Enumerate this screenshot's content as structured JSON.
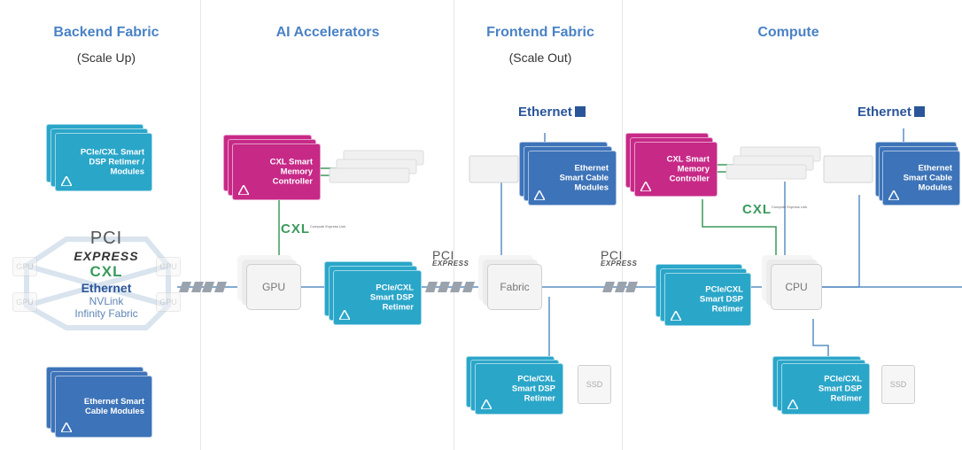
{
  "columns": {
    "backend": {
      "title": "Backend Fabric",
      "subtitle": "(Scale Up)"
    },
    "ai": {
      "title": "AI Accelerators"
    },
    "frontend": {
      "title": "Frontend Fabric",
      "subtitle": "(Scale Out)"
    },
    "compute": {
      "title": "Compute"
    }
  },
  "left_protocols": {
    "pcie_top": "PCI",
    "pcie_bottom": "EXPRESS",
    "cxl": "CXL",
    "ethernet": "Ethernet",
    "nvlink": "NVLink",
    "infinity": "Infinity Fabric",
    "node_label": "GPU"
  },
  "cards": {
    "backend_retimer": "PCIe/CXL Smart DSP Retimer / Modules",
    "backend_cable": "Ethernet Smart Cable Modules",
    "ai_cxl_controller": "CXL Smart Memory Controller",
    "ai_retimer": "PCIe/CXL Smart DSP Retimer",
    "fe_cable": "Ethernet Smart Cable Modules",
    "fe_retimer": "PCIe/CXL Smart DSP Retimer",
    "cp_cxl_controller": "CXL Smart Memory Controller",
    "cp_cable": "Ethernet Smart Cable Modules",
    "cp_retimer_left": "PCIe/CXL Smart DSP Retimer",
    "cp_retimer_bottom": "PCIe/CXL Smart DSP Retimer"
  },
  "chips": {
    "gpu": "GPU",
    "fabric": "Fabric",
    "cpu": "CPU",
    "ssd1": "SSD",
    "ssd2": "SSD"
  },
  "logos": {
    "ethernet": "Ethernet",
    "cxl": "CXL",
    "pci_top": "PCI",
    "pci_bottom": "EXPRESS",
    "cxl_tagline": "Compute Express Link"
  },
  "colors": {
    "teal": "#2aa6c9",
    "blue": "#3d73b8",
    "magenta": "#c72987",
    "heading": "#4a82c5",
    "line": "#5c8fc4"
  }
}
